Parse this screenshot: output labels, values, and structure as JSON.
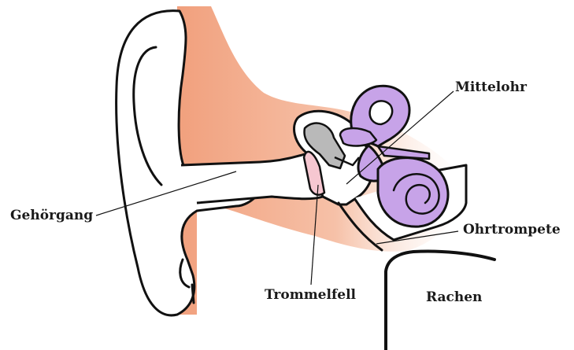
{
  "labels": {
    "mittelohr": "Mittelohr",
    "gehoergang": "Gehörgang",
    "ohrtrompete": "Ohrtrompete",
    "trommelfell": "Trommelfell",
    "rachen": "Rachen"
  },
  "colors": {
    "skin": "#f1a07d",
    "skin_light": "#fbe6dc",
    "outline": "#111111",
    "inner_ear": "#c7a3e8",
    "eardrum": "#f6c7d1",
    "ossicles_gray": "#b9b9b9"
  }
}
